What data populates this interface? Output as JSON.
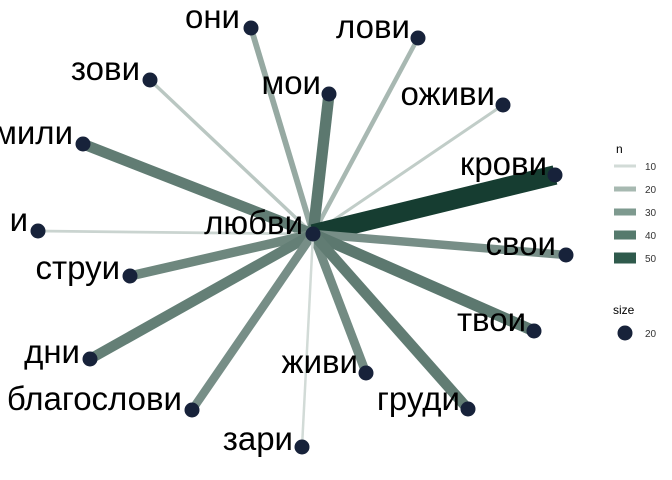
{
  "chart_data": {
    "type": "network",
    "center": {
      "label": "любви"
    },
    "edges": [
      {
        "target": "они",
        "n": 25
      },
      {
        "target": "лови",
        "n": 18
      },
      {
        "target": "зови",
        "n": 12
      },
      {
        "target": "мои",
        "n": 55
      },
      {
        "target": "оживи",
        "n": 10
      },
      {
        "target": "мили",
        "n": 52
      },
      {
        "target": "крови",
        "n": 100
      },
      {
        "target": "и",
        "n": 8
      },
      {
        "target": "свои",
        "n": 40
      },
      {
        "target": "струи",
        "n": 45
      },
      {
        "target": "твои",
        "n": 55
      },
      {
        "target": "дни",
        "n": 50
      },
      {
        "target": "живи",
        "n": 42
      },
      {
        "target": "груди",
        "n": 52
      },
      {
        "target": "благослови",
        "n": 40
      },
      {
        "target": "зари",
        "n": 7
      }
    ],
    "legend": {
      "n": {
        "title": "n",
        "entries": [
          "10",
          "20",
          "30",
          "40",
          "50"
        ],
        "colors": [
          "#d2dbd7",
          "#a7b9b1",
          "#7e9a8f",
          "#567a6d",
          "#2f5a4c"
        ]
      },
      "size": {
        "title": "size",
        "entries": [
          "20"
        ],
        "point_color": "#17223a"
      }
    },
    "colors": {
      "edge_low": "#d2dbd7",
      "edge_high": "#163d31",
      "node": "#17223a"
    }
  }
}
